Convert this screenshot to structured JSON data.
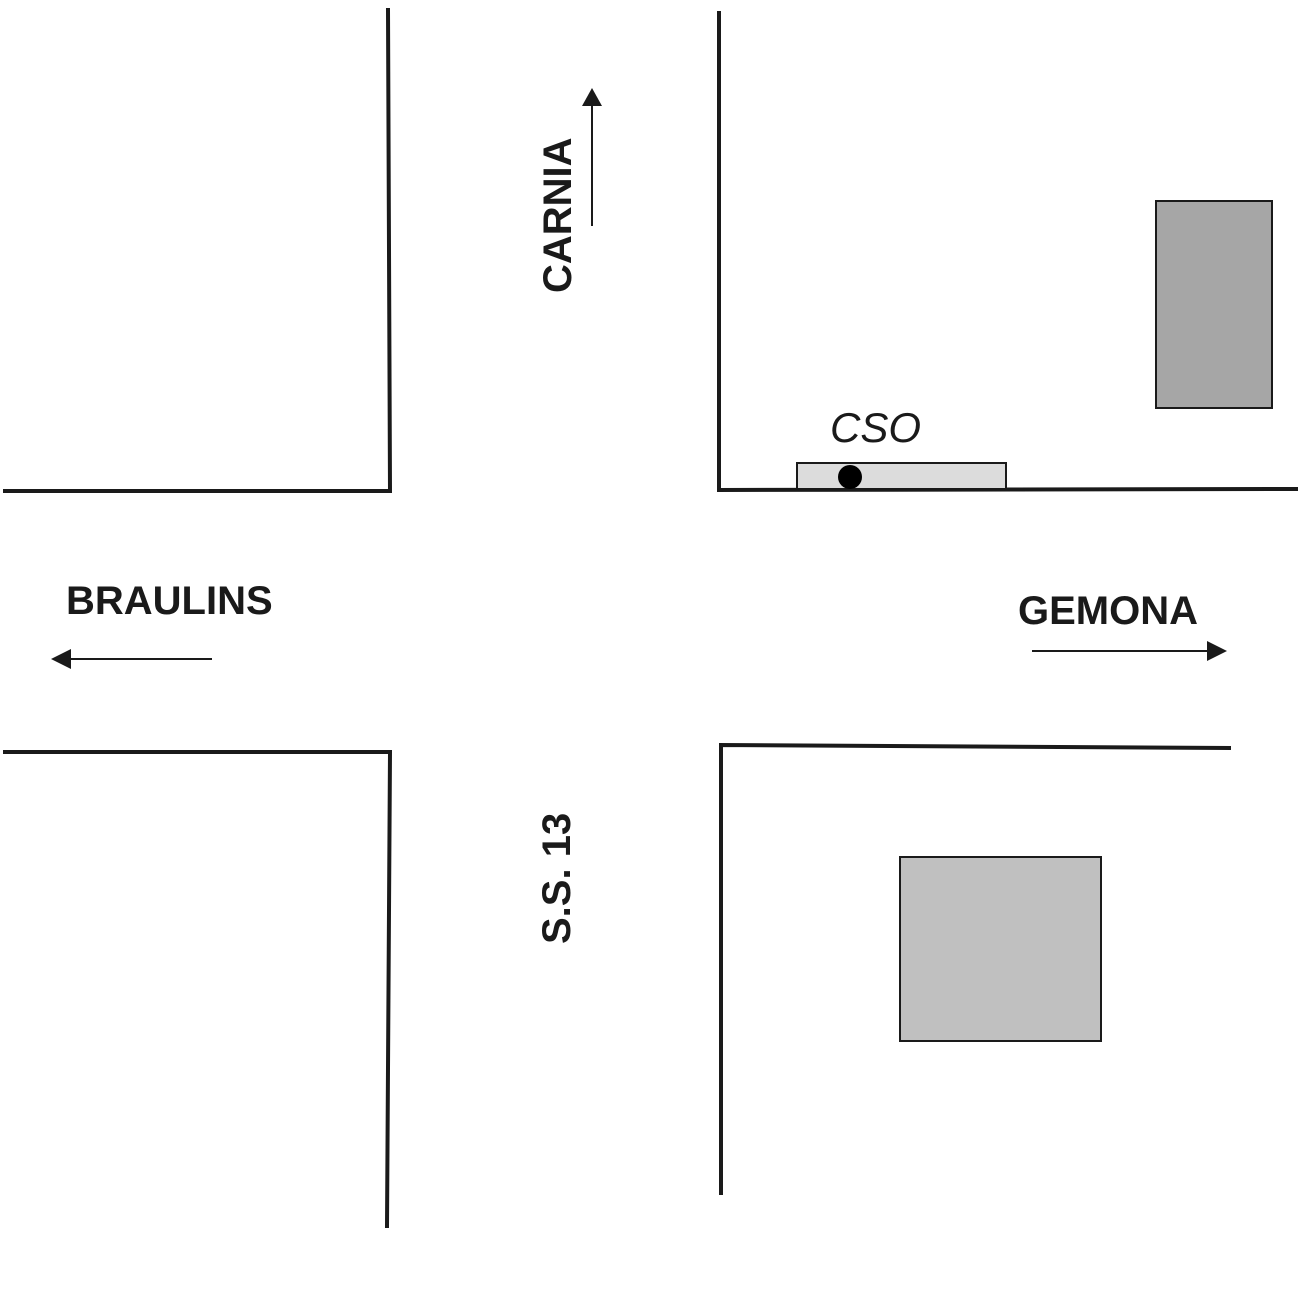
{
  "labels": {
    "north": "CARNIA",
    "west": "BRAULINS",
    "east": "GEMONA",
    "road": "S.S. 13",
    "station": "CSO"
  },
  "colors": {
    "line": "#1a1a1a",
    "building_dark": "#a6a6a6",
    "building_light": "#c0c0c0",
    "station_pad": "#dcdcdc",
    "station_marker": "#000000"
  },
  "icons": {
    "station_marker": "filled-circle-icon",
    "direction": "arrow-icon"
  }
}
